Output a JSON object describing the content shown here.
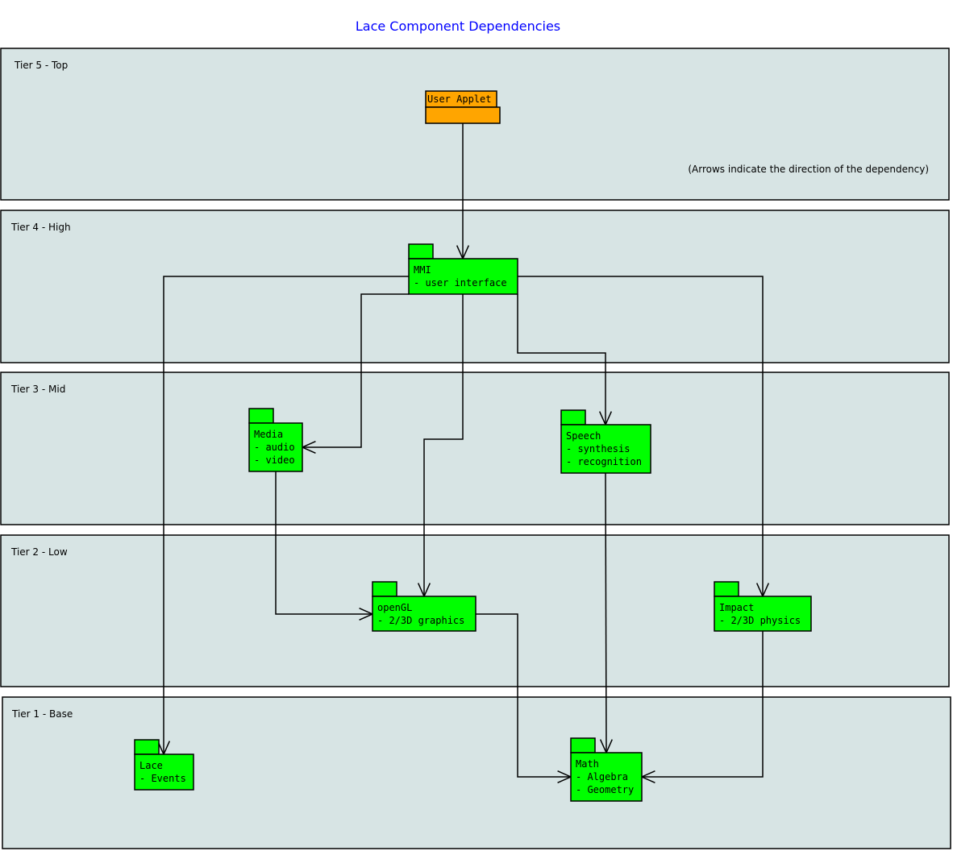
{
  "title": "Lace Component Dependencies",
  "note": "(Arrows indicate the direction of the dependency)",
  "colors": {
    "background": "#d7e4e4",
    "package": "#00ff00",
    "applet": "#ffa500",
    "title": "#0000ff"
  },
  "tiers": [
    "Tier 5 - Top",
    "Tier 4 - High",
    "Tier 3 - Mid",
    "Tier 2 - Low",
    "Tier 1 - Base"
  ],
  "packages": [
    {
      "id": "applet",
      "lines": [
        "User Applet"
      ]
    },
    {
      "id": "mmi",
      "lines": [
        "MMI",
        "- user interface"
      ]
    },
    {
      "id": "media",
      "lines": [
        "Media",
        "- audio",
        "- video"
      ]
    },
    {
      "id": "speech",
      "lines": [
        "Speech",
        "- synthesis",
        "- recognition"
      ]
    },
    {
      "id": "opengl",
      "lines": [
        "openGL",
        "- 2/3D graphics"
      ]
    },
    {
      "id": "impact",
      "lines": [
        "Impact",
        "- 2/3D physics"
      ]
    },
    {
      "id": "lace",
      "lines": [
        "Lace",
        "- Events"
      ]
    },
    {
      "id": "math",
      "lines": [
        "Math",
        "- Algebra",
        "- Geometry"
      ]
    }
  ],
  "dependencies": [
    [
      "applet",
      "mmi"
    ],
    [
      "mmi",
      "lace"
    ],
    [
      "mmi",
      "media"
    ],
    [
      "mmi",
      "opengl"
    ],
    [
      "mmi",
      "speech"
    ],
    [
      "mmi",
      "impact"
    ],
    [
      "media",
      "opengl"
    ],
    [
      "speech",
      "math"
    ],
    [
      "opengl",
      "math"
    ],
    [
      "impact",
      "math"
    ]
  ]
}
